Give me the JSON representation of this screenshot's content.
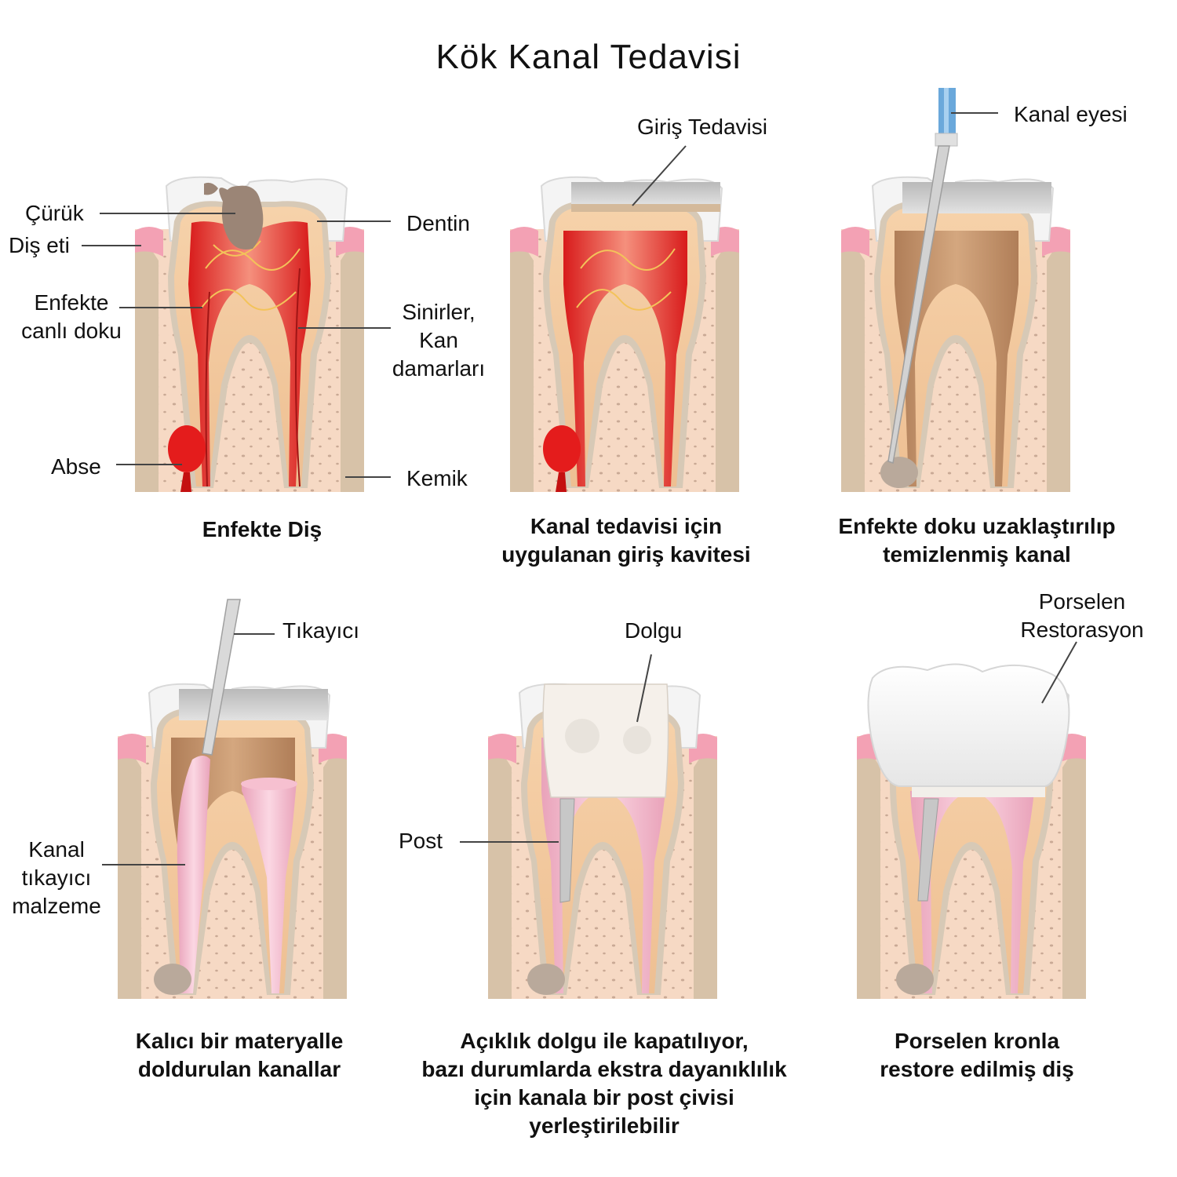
{
  "title": "Kök Kanal Tedavisi",
  "labels": {
    "curuk": "Çürük",
    "dis_eti": "Diş eti",
    "enfekte_canli_doku": [
      "Enfekte",
      "canlı doku"
    ],
    "abse": "Abse",
    "dentin": "Dentin",
    "sinirler": [
      "Sinirler,",
      "Kan",
      "damarları"
    ],
    "kemik": "Kemik",
    "giris_tedavisi": "Giriş Tedavisi",
    "kanal_eyesi": "Kanal eyesi",
    "tikayici": "Tıkayıcı",
    "kanal_tikayici_malzeme": [
      "Kanal",
      "tıkayıcı",
      "malzeme"
    ],
    "dolgu": "Dolgu",
    "post": "Post",
    "porselen_restorasyon": [
      "Porselen",
      "Restorasyon"
    ]
  },
  "captions": [
    [
      "Enfekte Diş"
    ],
    [
      "Kanal tedavisi için",
      "uygulanan giriş kavitesi"
    ],
    [
      "Enfekte doku uzaklaştırılıp",
      "temizlenmiş kanal"
    ],
    [
      "Kalıcı bir materyalle",
      "doldurulan kanallar"
    ],
    [
      "Açıklık dolgu ile kapatılıyor,",
      "bazı durumlarda ekstra dayanıklılık",
      "için kanala bir post çivisi",
      "yerleştirilebilir"
    ],
    [
      "Porselen kronla",
      "restore edilmiş diş"
    ]
  ]
}
